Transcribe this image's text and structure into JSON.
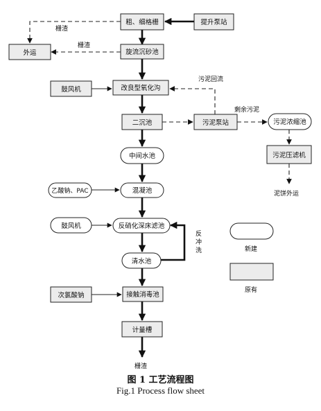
{
  "nodes": {
    "coarse_fine_screen": "粗、细格栅",
    "lift_pump_station": "提升泵站",
    "external_transport": "外运",
    "vortex_grit_chamber": "旋流沉砂池",
    "blower_1": "鼓风机",
    "modified_oxidation_ditch": "改良型氧化沟",
    "secondary_clarifier": "二沉池",
    "sludge_pump_station": "污泥泵站",
    "sludge_thickener": "污泥浓缩池",
    "intermediate_tank": "中间水池",
    "sludge_filter_press": "污泥压滤机",
    "chemicals": "乙酸钠、PAC",
    "coagulation_tank": "混凝池",
    "blower_2": "鼓风机",
    "denitrification_filter": "反硝化深床滤池",
    "clear_water_tank": "清水池",
    "sodium_hypochlorite": "次氯酸钠",
    "contact_disinfection_tank": "接触消毒池",
    "metering_tank": "计量槽"
  },
  "edge_labels": {
    "screenings_1": "栅渣",
    "screenings_2": "栅渣",
    "sludge_return": "污泥回流",
    "excess_sludge": "剩余污泥",
    "backwash": "反冲洗",
    "sludge_cake_out": "泥饼外运",
    "outlet": "栅渣"
  },
  "legend": {
    "new_label": "新建",
    "existing_label": "原有"
  },
  "caption": {
    "chinese": "图 1    工艺流程图",
    "english": "Fig.1    Process flow sheet"
  }
}
